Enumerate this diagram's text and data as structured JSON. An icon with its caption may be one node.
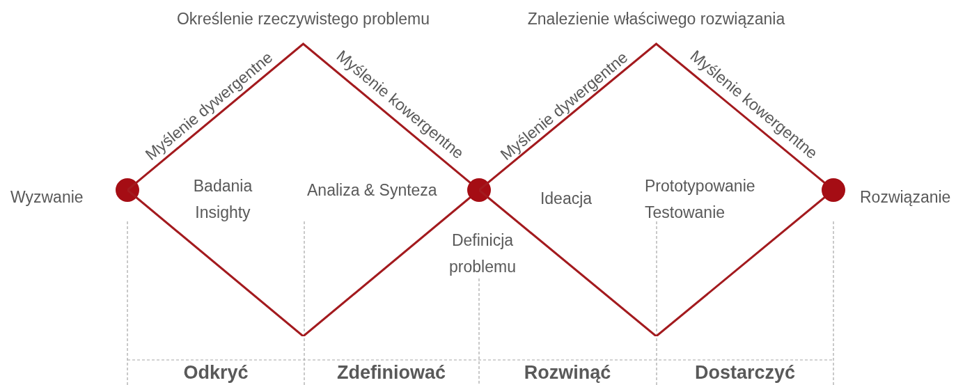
{
  "diagram": {
    "nodes": [
      {
        "text": [],
        "shape": "circle",
        "beside": [
          "Wyzwanie"
        ]
      },
      {
        "text": [
          "Określenie rzeczywistego problemu",
          "Badania Insighty",
          "Analiza & Synteza"
        ]
      },
      {
        "text": [],
        "shape": "circle"
      },
      {
        "text": [
          "Znalezienie właściwego rozwiązania",
          "Ideacja",
          "Prototypowanie Testowanie"
        ]
      },
      {
        "text": [],
        "shape": "circle",
        "beside": [
          "Rozwiązanie"
        ]
      }
    ],
    "labels": [
      "Myślenie dywergentne",
      "Myślenie kowergentne",
      "Myślenie dywergentne",
      "Myślenie kowergentne",
      "Definicja problemu",
      "Odkryć",
      "Zdefiniować",
      "Rozwinąć",
      "Dostarczyć"
    ]
  }
}
